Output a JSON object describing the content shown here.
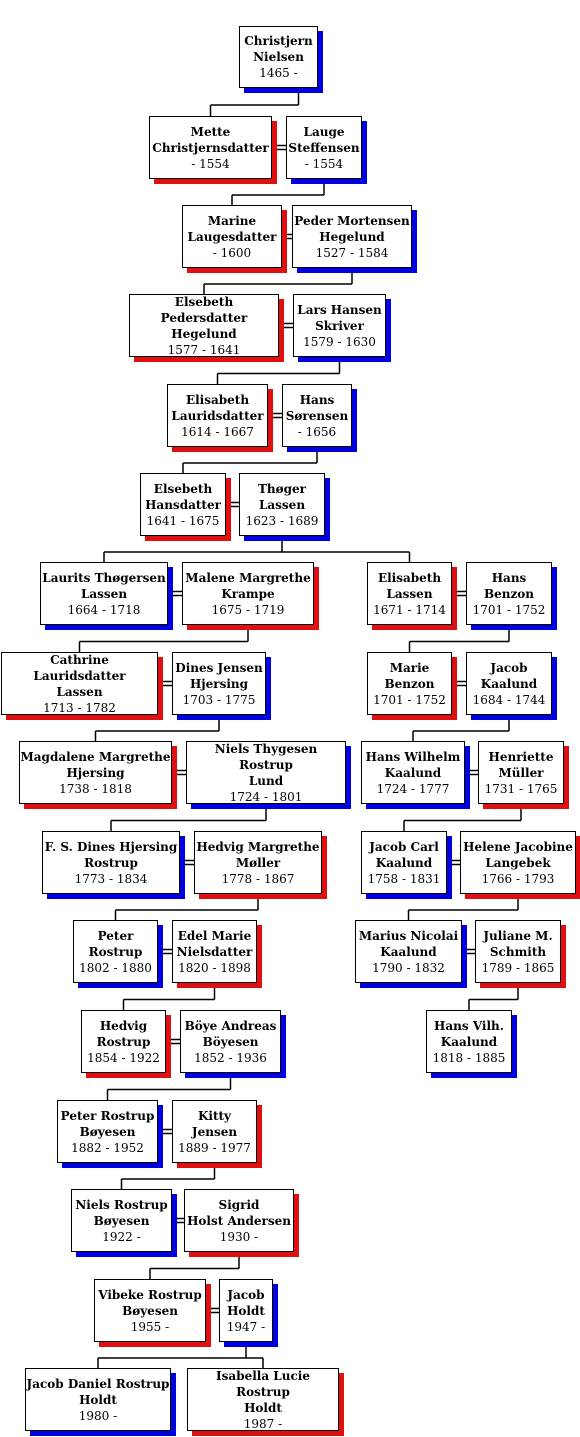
{
  "colors": {
    "male": "#0000e0",
    "female": "#e01010",
    "line": "#000000"
  },
  "people": [
    {
      "id": "christjern",
      "line1": "Christjern",
      "line2": "Nielsen",
      "dates": "1465 -",
      "sex": "m"
    },
    {
      "id": "mette",
      "line1": "Mette",
      "line2": "Christjernsdatter",
      "dates": "- 1554",
      "sex": "f"
    },
    {
      "id": "lauge",
      "line1": "Lauge",
      "line2": "Steffensen",
      "dates": "- 1554",
      "sex": "m"
    },
    {
      "id": "marine",
      "line1": "Marine",
      "line2": "Laugesdatter",
      "dates": "- 1600",
      "sex": "f"
    },
    {
      "id": "peder",
      "line1": "Peder Mortensen",
      "line2": "Hegelund",
      "dates": "1527 - 1584",
      "sex": "m"
    },
    {
      "id": "elsebeth-p",
      "line1": "Elsebeth Pedersdatter",
      "line2": "Hegelund",
      "dates": "1577 - 1641",
      "sex": "f"
    },
    {
      "id": "lars",
      "line1": "Lars Hansen",
      "line2": "Skriver",
      "dates": "1579 - 1630",
      "sex": "m"
    },
    {
      "id": "elisabeth-l",
      "line1": "Elisabeth",
      "line2": "Lauridsdatter",
      "dates": "1614 - 1667",
      "sex": "f"
    },
    {
      "id": "hans-s",
      "line1": "Hans",
      "line2": "Sørensen",
      "dates": "- 1656",
      "sex": "m"
    },
    {
      "id": "elsebeth-h",
      "line1": "Elsebeth",
      "line2": "Hansdatter",
      "dates": "1641 - 1675",
      "sex": "f"
    },
    {
      "id": "thoger",
      "line1": "Thøger",
      "line2": "Lassen",
      "dates": "1623 - 1689",
      "sex": "m"
    },
    {
      "id": "laurits",
      "line1": "Laurits Thøgersen",
      "line2": "Lassen",
      "dates": "1664 - 1718",
      "sex": "m"
    },
    {
      "id": "malene",
      "line1": "Malene Margrethe",
      "line2": "Krampe",
      "dates": "1675 - 1719",
      "sex": "f"
    },
    {
      "id": "elisabeth-t",
      "line1": "Elisabeth",
      "line2": "Lassen",
      "dates": "1671 - 1714",
      "sex": "f"
    },
    {
      "id": "hans-b",
      "line1": "Hans",
      "line2": "Benzon",
      "dates": "1701 - 1752",
      "sex": "m"
    },
    {
      "id": "cathrine",
      "line1": "Cathrine Lauridsdatter",
      "line2": "Lassen",
      "dates": "1713 - 1782",
      "sex": "f"
    },
    {
      "id": "dines",
      "line1": "Dines Jensen",
      "line2": "Hjersing",
      "dates": "1703 - 1775",
      "sex": "m"
    },
    {
      "id": "marie",
      "line1": "Marie",
      "line2": "Benzon",
      "dates": "1701 - 1752",
      "sex": "f"
    },
    {
      "id": "jacob-k",
      "line1": "Jacob",
      "line2": "Kaalund",
      "dates": "1684 - 1744",
      "sex": "m"
    },
    {
      "id": "magdalene",
      "line1": "Magdalene Margrethe",
      "line2": "Hjersing",
      "dates": "1738 - 1818",
      "sex": "f"
    },
    {
      "id": "niels-t",
      "line1": "Niels Thygesen Rostrup",
      "line2": "Lund",
      "dates": "1724 - 1801",
      "sex": "m"
    },
    {
      "id": "hans-w",
      "line1": "Hans Wilhelm",
      "line2": "Kaalund",
      "dates": "1724 - 1777",
      "sex": "m"
    },
    {
      "id": "henriette",
      "line1": "Henriette",
      "line2": "Müller",
      "dates": "1731 - 1765",
      "sex": "f"
    },
    {
      "id": "fs-dines",
      "line1": "F. S. Dines Hjersing",
      "line2": "Rostrup",
      "dates": "1773 - 1834",
      "sex": "m"
    },
    {
      "id": "hedvig-m",
      "line1": "Hedvig Margrethe",
      "line2": "Møller",
      "dates": "1778 - 1867",
      "sex": "f"
    },
    {
      "id": "jacob-c",
      "line1": "Jacob Carl",
      "line2": "Kaalund",
      "dates": "1758 - 1831",
      "sex": "m"
    },
    {
      "id": "helene",
      "line1": "Helene Jacobine",
      "line2": "Langebek",
      "dates": "1766 - 1793",
      "sex": "f"
    },
    {
      "id": "peter-r",
      "line1": "Peter",
      "line2": "Rostrup",
      "dates": "1802 - 1880",
      "sex": "m"
    },
    {
      "id": "edel",
      "line1": "Edel Marie",
      "line2": "Nielsdatter",
      "dates": "1820 - 1898",
      "sex": "f"
    },
    {
      "id": "marius",
      "line1": "Marius Nicolai",
      "line2": "Kaalund",
      "dates": "1790 - 1832",
      "sex": "m"
    },
    {
      "id": "juliane",
      "line1": "Juliane M.",
      "line2": "Schmith",
      "dates": "1789 - 1865",
      "sex": "f"
    },
    {
      "id": "hedvig-r",
      "line1": "Hedvig",
      "line2": "Rostrup",
      "dates": "1854 - 1922",
      "sex": "f"
    },
    {
      "id": "boye",
      "line1": "Böye Andreas",
      "line2": "Böyesen",
      "dates": "1852 - 1936",
      "sex": "m"
    },
    {
      "id": "hans-v",
      "line1": "Hans Vilh.",
      "line2": "Kaalund",
      "dates": "1818 - 1885",
      "sex": "m"
    },
    {
      "id": "peter-b",
      "line1": "Peter Rostrup",
      "line2": "Bøyesen",
      "dates": "1882 - 1952",
      "sex": "m"
    },
    {
      "id": "kitty",
      "line1": "Kitty",
      "line2": "Jensen",
      "dates": "1889 - 1977",
      "sex": "f"
    },
    {
      "id": "niels-r",
      "line1": "Niels Rostrup",
      "line2": "Bøyesen",
      "dates": "1922 -",
      "sex": "m"
    },
    {
      "id": "sigrid",
      "line1": "Sigrid",
      "line2": "Holst Andersen",
      "dates": "1930 -",
      "sex": "f"
    },
    {
      "id": "vibeke",
      "line1": "Vibeke Rostrup",
      "line2": "Bøyesen",
      "dates": "1955 -",
      "sex": "f"
    },
    {
      "id": "jacob-h",
      "line1": "Jacob",
      "line2": "Holdt",
      "dates": "1947 -",
      "sex": "m"
    },
    {
      "id": "jacob-d",
      "line1": "Jacob Daniel Rostrup",
      "line2": "Holdt",
      "dates": "1980 -",
      "sex": "m"
    },
    {
      "id": "isabella",
      "line1": "Isabella Lucie Rostrup",
      "line2": "Holdt",
      "dates": "1987 -",
      "sex": "f"
    }
  ],
  "couples": [
    [
      "mette",
      "lauge"
    ],
    [
      "marine",
      "peder"
    ],
    [
      "elsebeth-p",
      "lars"
    ],
    [
      "elisabeth-l",
      "hans-s"
    ],
    [
      "elsebeth-h",
      "thoger"
    ],
    [
      "laurits",
      "malene"
    ],
    [
      "elisabeth-t",
      "hans-b"
    ],
    [
      "cathrine",
      "dines"
    ],
    [
      "marie",
      "jacob-k"
    ],
    [
      "magdalene",
      "niels-t"
    ],
    [
      "hans-w",
      "henriette"
    ],
    [
      "fs-dines",
      "hedvig-m"
    ],
    [
      "jacob-c",
      "helene"
    ],
    [
      "peter-r",
      "edel"
    ],
    [
      "marius",
      "juliane"
    ],
    [
      "hedvig-r",
      "boye"
    ],
    [
      "peter-b",
      "kitty"
    ],
    [
      "niels-r",
      "sigrid"
    ],
    [
      "vibeke",
      "jacob-h"
    ]
  ],
  "descents": [
    {
      "from": [
        "christjern"
      ],
      "to": [
        "mette"
      ]
    },
    {
      "from": [
        "mette",
        "lauge"
      ],
      "to": [
        "marine"
      ]
    },
    {
      "from": [
        "marine",
        "peder"
      ],
      "to": [
        "elsebeth-p"
      ]
    },
    {
      "from": [
        "elsebeth-p",
        "lars"
      ],
      "to": [
        "elisabeth-l"
      ]
    },
    {
      "from": [
        "elisabeth-l",
        "hans-s"
      ],
      "to": [
        "elsebeth-h"
      ]
    },
    {
      "from": [
        "elsebeth-h",
        "thoger"
      ],
      "to": [
        "laurits",
        "elisabeth-t"
      ]
    },
    {
      "from": [
        "laurits",
        "malene"
      ],
      "to": [
        "cathrine"
      ]
    },
    {
      "from": [
        "elisabeth-t",
        "hans-b"
      ],
      "to": [
        "marie"
      ]
    },
    {
      "from": [
        "cathrine",
        "dines"
      ],
      "to": [
        "magdalene"
      ]
    },
    {
      "from": [
        "marie",
        "jacob-k"
      ],
      "to": [
        "hans-w"
      ]
    },
    {
      "from": [
        "magdalene",
        "niels-t"
      ],
      "to": [
        "fs-dines"
      ]
    },
    {
      "from": [
        "hans-w",
        "henriette"
      ],
      "to": [
        "jacob-c"
      ]
    },
    {
      "from": [
        "fs-dines",
        "hedvig-m"
      ],
      "to": [
        "peter-r"
      ]
    },
    {
      "from": [
        "jacob-c",
        "helene"
      ],
      "to": [
        "marius"
      ]
    },
    {
      "from": [
        "peter-r",
        "edel"
      ],
      "to": [
        "hedvig-r"
      ]
    },
    {
      "from": [
        "marius",
        "juliane"
      ],
      "to": [
        "hans-v"
      ]
    },
    {
      "from": [
        "hedvig-r",
        "boye"
      ],
      "to": [
        "peter-b"
      ]
    },
    {
      "from": [
        "peter-b",
        "kitty"
      ],
      "to": [
        "niels-r"
      ]
    },
    {
      "from": [
        "niels-r",
        "sigrid"
      ],
      "to": [
        "vibeke"
      ]
    },
    {
      "from": [
        "vibeke",
        "jacob-h"
      ],
      "to": [
        "jacob-d",
        "isabella"
      ]
    }
  ]
}
